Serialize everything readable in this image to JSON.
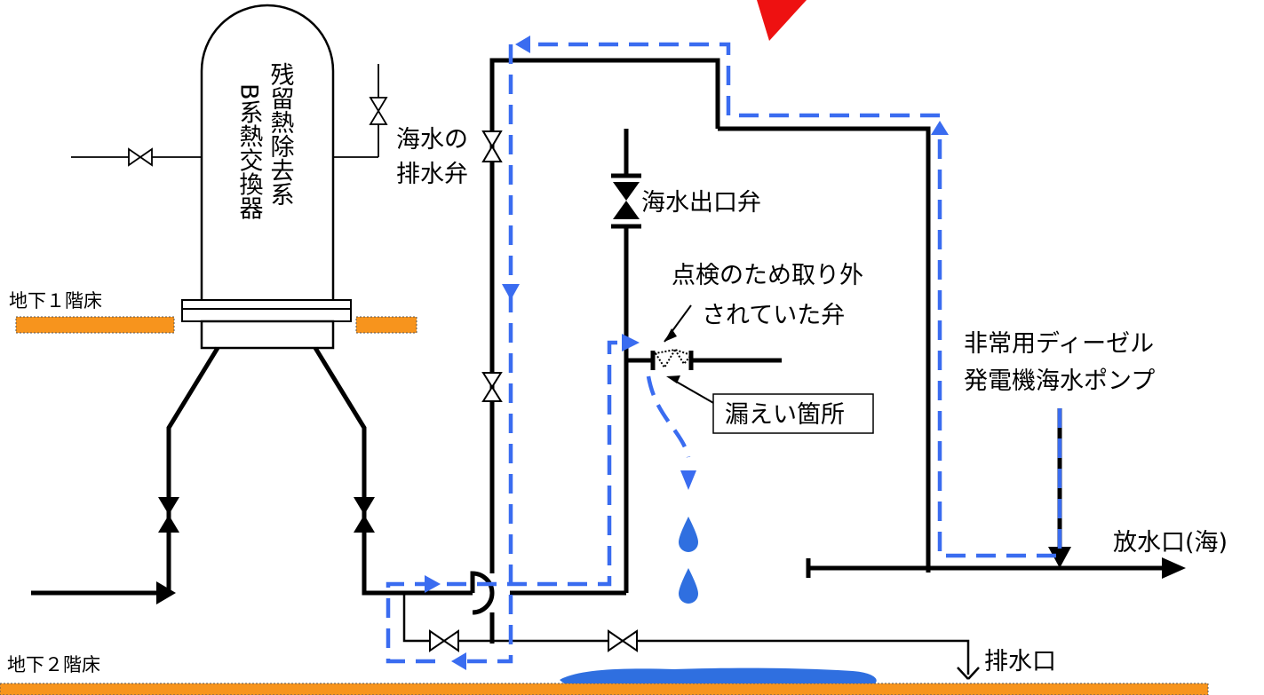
{
  "labels": {
    "heat_exchanger_line1": "残留熱除去系",
    "heat_exchanger_line2": "B系熱交換器",
    "drain_valve_line1": "海水の",
    "drain_valve_line2": "排水弁",
    "outlet_valve": "海水出口弁",
    "removed_valve_line1": "点検のため取り外",
    "removed_valve_line2": "されていた弁",
    "leak_point": "漏えい箇所",
    "pump_line1": "非常用ディーゼル",
    "pump_line2": "発電機海水ポンプ",
    "discharge": "放水口(海)",
    "drain_outlet": "排水口",
    "floor_b1": "地下１階床",
    "floor_b2": "地下２階床"
  },
  "colors": {
    "pipe": "#000000",
    "flow": "#3a6cf0",
    "floor": "#f7941d",
    "water": "#2f6fe0",
    "arrow_red": "#ee1111"
  }
}
